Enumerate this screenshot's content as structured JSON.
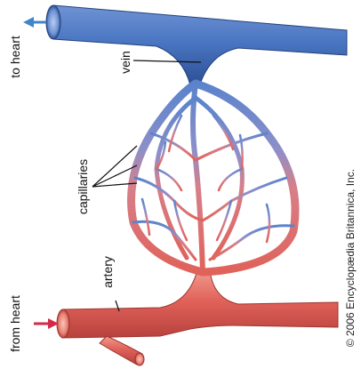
{
  "labels": {
    "to_heart": "to heart",
    "from_heart": "from heart",
    "vein": "vein",
    "capillaries": "capillaries",
    "artery": "artery",
    "copyright": "© 2006 Encyclopædia Britannica, Inc."
  },
  "colors": {
    "vein": "#4a76c2",
    "artery": "#e0625a",
    "to_heart_arrow": "#3f86c9",
    "from_heart_arrow": "#d42a4a",
    "text": "#111111"
  }
}
